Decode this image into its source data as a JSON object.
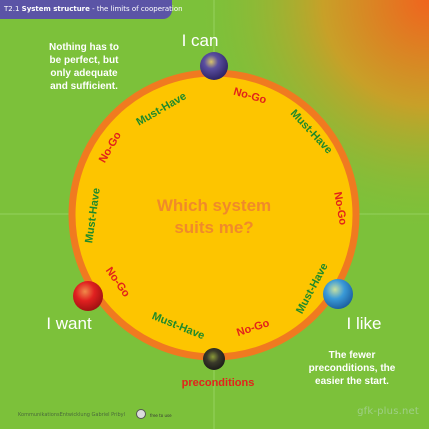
{
  "header": {
    "code": "T2.1",
    "title": "System structure",
    "subtitle": "- the limits of cooperation"
  },
  "center_text": [
    "Which system",
    "suits me?"
  ],
  "corners": {
    "top": "I can",
    "left": "I want",
    "right": "I like",
    "bottom": "preconditions"
  },
  "notes": {
    "top_left": [
      "Nothing has to",
      "be perfect, but",
      "only adequate",
      "and sufficient."
    ],
    "bottom_right": [
      "The fewer",
      "preconditions, the",
      "easier the start."
    ]
  },
  "ring_labels": [
    {
      "text": "No-Go",
      "color": "red"
    },
    {
      "text": "Must-Have",
      "color": "green"
    },
    {
      "text": "No-Go",
      "color": "red"
    },
    {
      "text": "Must-Have",
      "color": "green"
    },
    {
      "text": "No-Go",
      "color": "red"
    },
    {
      "text": "Must-Have",
      "color": "green"
    },
    {
      "text": "No-Go",
      "color": "red"
    },
    {
      "text": "Must-Have",
      "color": "green"
    },
    {
      "text": "No-Go",
      "color": "red"
    },
    {
      "text": "Must-Have",
      "color": "green"
    }
  ],
  "footer": {
    "left": "KommunikationsEntwicklung Gabriel Pribyl",
    "free_use": "free to use",
    "site": "gfk-plus.net"
  },
  "colors": {
    "background": "#7cc13a",
    "circle_fill": "#fdc500",
    "circle_border": "#f07a20",
    "header_bg": "#5b54a6",
    "red_text": "#e2231a",
    "green_text": "#1f8a2a",
    "center_text": "#f08a2a",
    "white": "#ffffff"
  }
}
